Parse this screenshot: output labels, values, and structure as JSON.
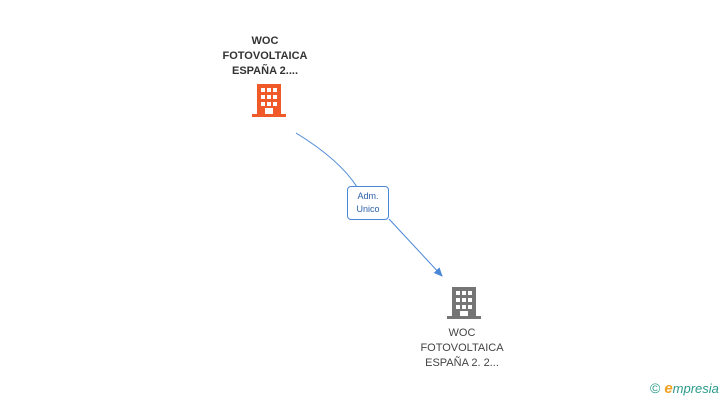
{
  "diagram": {
    "source_node": {
      "label_lines": [
        "WOC",
        "FOTOVOLTAICA",
        "ESPAÑA 2...."
      ],
      "icon": "building-icon",
      "color": "#f05a28"
    },
    "target_node": {
      "label_lines": [
        "WOC",
        "FOTOVOLTAICA",
        "ESPAÑA 2. 2..."
      ],
      "icon": "building-icon",
      "color": "#757575"
    },
    "edge": {
      "label_lines": [
        "Adm.",
        "Unico"
      ],
      "color": "#4a87d6"
    }
  },
  "watermark": {
    "copyright_symbol": "©",
    "brand_first": "e",
    "brand_rest": "mpresia"
  }
}
